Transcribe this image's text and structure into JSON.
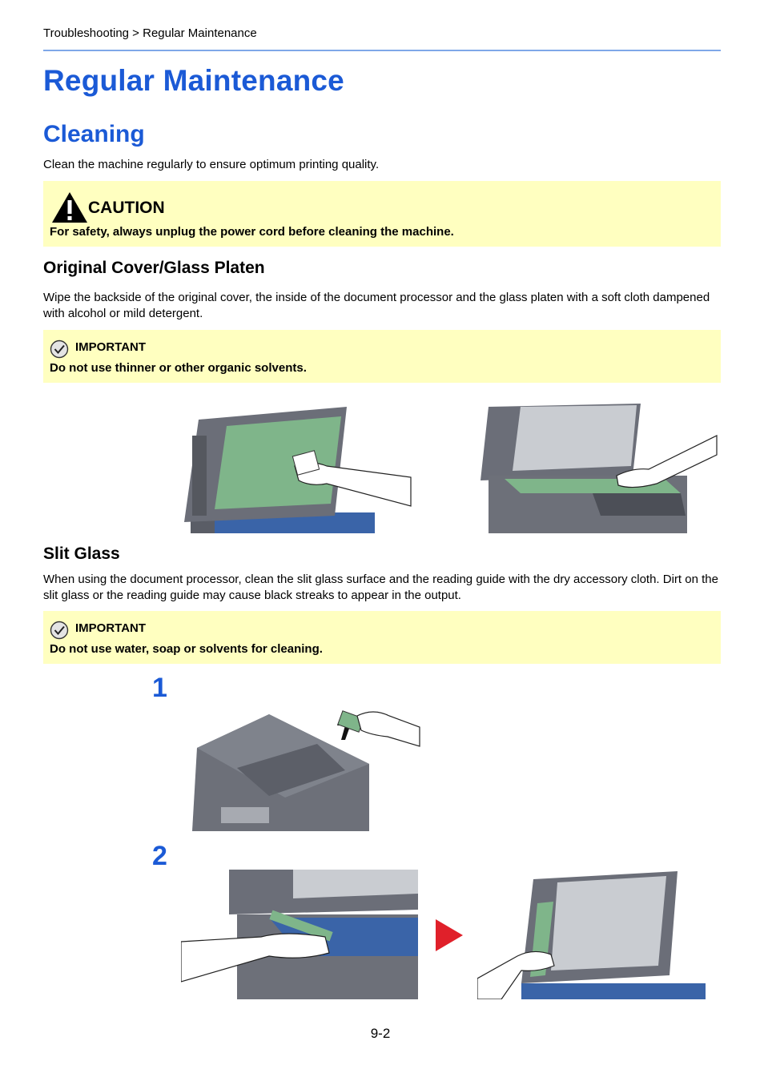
{
  "breadcrumb": "Troubleshooting > Regular Maintenance",
  "title": "Regular Maintenance",
  "section": "Cleaning",
  "intro": "Clean the machine regularly to ensure optimum printing quality.",
  "caution": {
    "title": "CAUTION",
    "text": "For safety, always unplug the power cord before cleaning the machine.",
    "icon": "warning-triangle-icon"
  },
  "original_cover": {
    "heading": "Original Cover/Glass Platen",
    "body": "Wipe the backside of the original cover, the inside of the document processor and the glass platen with a soft cloth dampened with alcohol or mild detergent.",
    "important_title": "IMPORTANT",
    "important_text": "Do not use thinner or other organic solvents."
  },
  "slit_glass": {
    "heading": "Slit Glass",
    "body": "When using the document processor, clean the slit glass surface and the reading guide with the dry accessory cloth. Dirt on the slit glass or the reading guide may cause black streaks to appear in the output.",
    "important_title": "IMPORTANT",
    "important_text": "Do not use water, soap or solvents for cleaning."
  },
  "steps": [
    "1",
    "2"
  ],
  "page_number": "9-2",
  "colors": {
    "heading_blue": "#1b5ad6",
    "note_bg": "#ffffc0",
    "arrow_red": "#e0202a"
  }
}
